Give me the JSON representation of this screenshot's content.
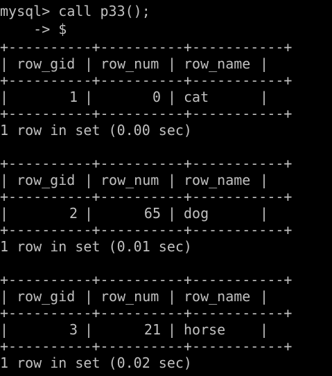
{
  "terminal": {
    "prompt_line": "mysql> call p33();",
    "continuation_line": "    -> $",
    "border": "+----------+----------+-----------+",
    "headers": [
      "row_gid",
      "row_num",
      "row_name"
    ],
    "results": [
      {
        "row_gid": "1",
        "row_num": "0",
        "row_name": "cat",
        "status": "1 row in set (0.00 sec)"
      },
      {
        "row_gid": "2",
        "row_num": "65",
        "row_name": "dog",
        "status": "1 row in set (0.01 sec)"
      },
      {
        "row_gid": "3",
        "row_num": "21",
        "row_name": "horse",
        "status": "1 row in set (0.02 sec)"
      }
    ]
  }
}
